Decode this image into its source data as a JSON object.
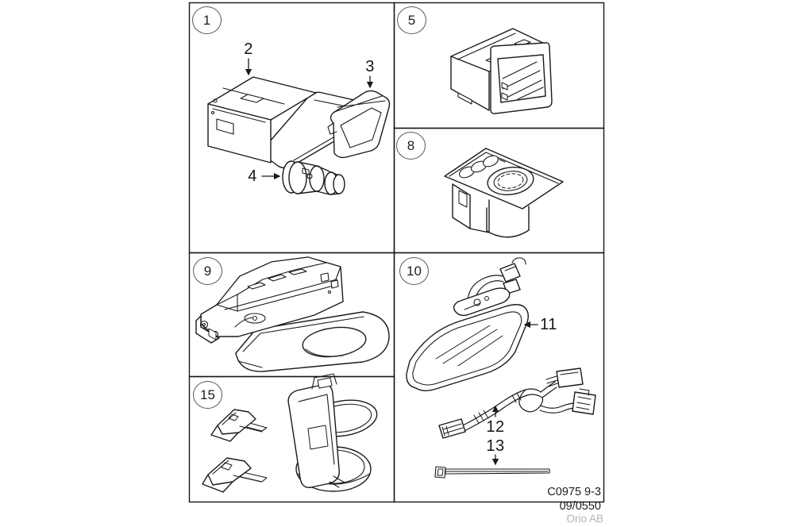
{
  "colors": {
    "line": "#1a1a1a",
    "muted_text": "#b3b3b6",
    "background": "#ffffff"
  },
  "panels": [
    {
      "number": "1",
      "illustration": "storage-compartment-lid-and-lighter"
    },
    {
      "number": "5",
      "illustration": "storage-tray-housing"
    },
    {
      "number": "8",
      "illustration": "cupholder-insert-panel"
    },
    {
      "number": "9",
      "illustration": "cupholder-bracket-assembly"
    },
    {
      "number": "10",
      "illustration": "rearview-mirror-harness-cable-tie"
    },
    {
      "number": "15",
      "illustration": "folding-cupholder-and-clips"
    }
  ],
  "callouts": [
    {
      "label": "2"
    },
    {
      "label": "3"
    },
    {
      "label": "4"
    },
    {
      "label": "11"
    },
    {
      "label": "12"
    },
    {
      "label": "13"
    }
  ],
  "footer": {
    "figure_code": "C0975 9-3",
    "print_ref": "09/0550",
    "publisher": "Orio AB"
  }
}
